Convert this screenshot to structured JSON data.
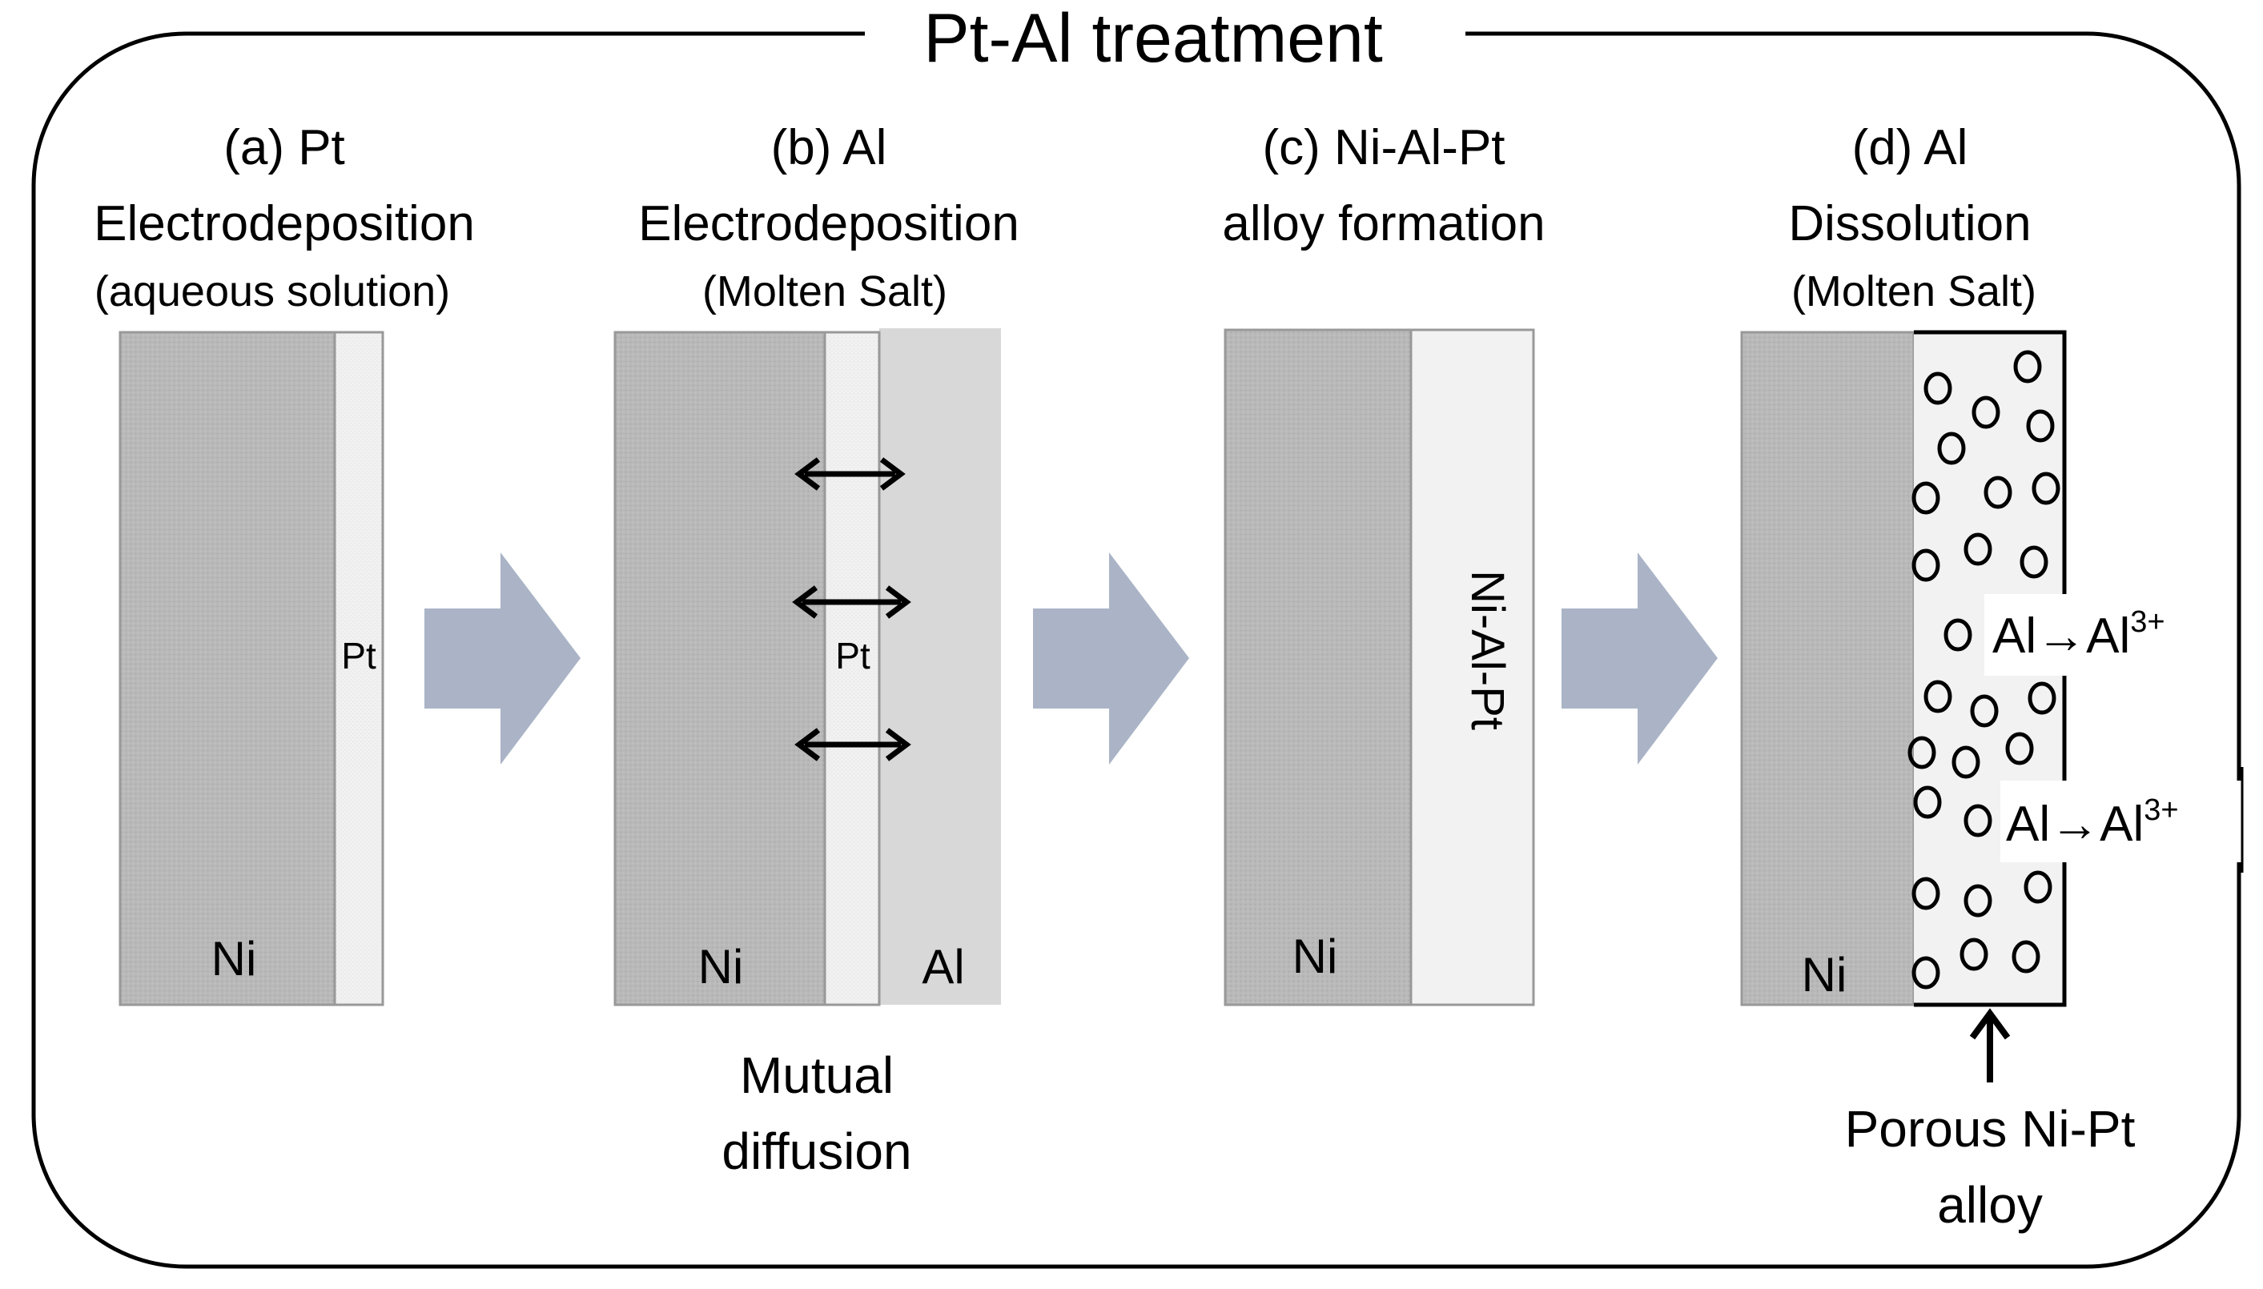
{
  "title": "Pt-Al treatment",
  "colors": {
    "ni": "#b8b8b8",
    "pt": "#eeeeee",
    "al": "#d8d8d8",
    "alloy": "#f2f2f2",
    "arrow": "#aab4c6",
    "border": "#000000"
  },
  "steps": {
    "a": {
      "line1": "(a) Pt",
      "line2": "Electrodeposition",
      "line3": "(aqueous solution)",
      "label_ni": "Ni",
      "label_pt": "Pt"
    },
    "b": {
      "line1": "(b) Al",
      "line2": "Electrodeposition",
      "line3": "(Molten Salt)",
      "label_ni": "Ni",
      "label_pt": "Pt",
      "label_al": "Al",
      "note1": "Mutual",
      "note2": "diffusion"
    },
    "c": {
      "line1": "(c) Ni-Al-Pt",
      "line2": "alloy formation",
      "label_ni": "Ni",
      "label_alloy": "Ni-Al-Pt"
    },
    "d": {
      "line1": "(d) Al",
      "line2": "Dissolution",
      "line3": "(Molten Salt)",
      "label_ni": "Ni",
      "reaction1": "Al→Al",
      "reaction1_sup": "3+",
      "reaction2": "Al→Al",
      "reaction2_sup": "3+",
      "note1": "Porous Ni-Pt",
      "note2": "alloy"
    }
  },
  "icons": {
    "process_arrow": "right-chevron-arrow",
    "diffusion_arrow": "double-headed-arrow",
    "pointer_arrow": "up-arrow",
    "pore": "circle-outline"
  }
}
